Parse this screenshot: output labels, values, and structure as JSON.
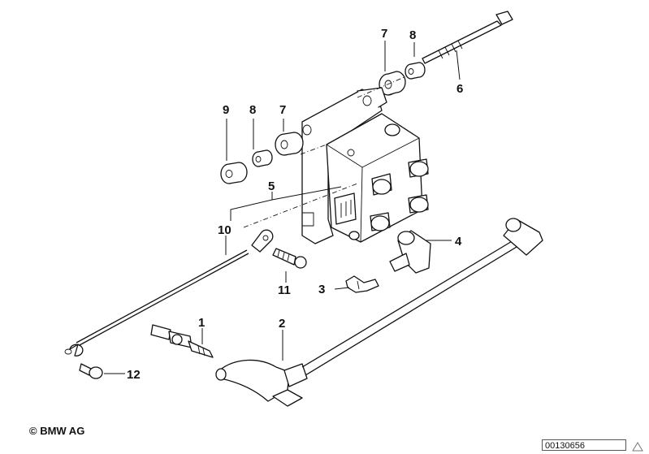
{
  "callouts": [
    {
      "id": "1",
      "label": "1"
    },
    {
      "id": "2",
      "label": "2"
    },
    {
      "id": "3",
      "label": "3"
    },
    {
      "id": "4",
      "label": "4"
    },
    {
      "id": "5",
      "label": "5"
    },
    {
      "id": "6",
      "label": "6"
    },
    {
      "id": "7a",
      "label": "7"
    },
    {
      "id": "7b",
      "label": "7"
    },
    {
      "id": "8a",
      "label": "8"
    },
    {
      "id": "8b",
      "label": "8"
    },
    {
      "id": "9",
      "label": "9"
    },
    {
      "id": "10",
      "label": "10"
    },
    {
      "id": "11",
      "label": "11"
    },
    {
      "id": "12",
      "label": "12"
    }
  ],
  "footer": {
    "copyright": "© BMW AG",
    "doc_number": "00130656"
  }
}
